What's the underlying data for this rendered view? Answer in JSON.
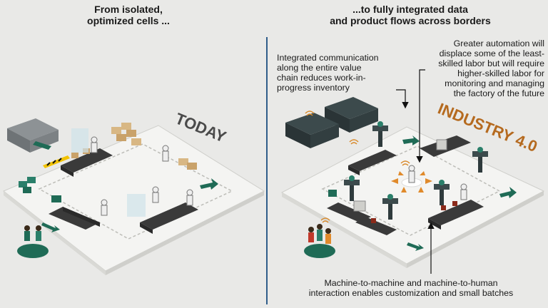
{
  "left_panel": {
    "title_line1": "From isolated,",
    "title_line2": "optimized cells ...",
    "stage_label": "TODAY"
  },
  "right_panel": {
    "title_line1": "...to fully integrated data",
    "title_line2": "and product flows across borders",
    "stage_label": "INDUSTRY 4.0",
    "annotations": {
      "integrated_communication": [
        "Integrated communication",
        "along the entire value",
        "chain reduces work-in-",
        "progress inventory"
      ],
      "greater_automation": [
        "Greater automation will",
        "displace some of the least-",
        "skilled labor but will require",
        "higher-skilled labor for",
        "monitoring and managing",
        "the factory of the future"
      ],
      "machine_to_machine": [
        "Machine-to-machine and machine-to-human",
        "interaction enables customization and small batches"
      ]
    }
  },
  "colors": {
    "floor": "#f4f4f2",
    "floor_edge": "#c9c9c6",
    "green": "#1f6b56",
    "teal": "#2a7f6a",
    "orange": "#b56a1f",
    "divider": "#2f5d8a",
    "gray_label": "#555555"
  },
  "icons": [
    "truck-icon",
    "robot-arm-icon",
    "worker-icon",
    "conveyor-icon",
    "wifi-signal-icon",
    "arrow-icon",
    "box-stack-icon",
    "customer-group-icon"
  ]
}
